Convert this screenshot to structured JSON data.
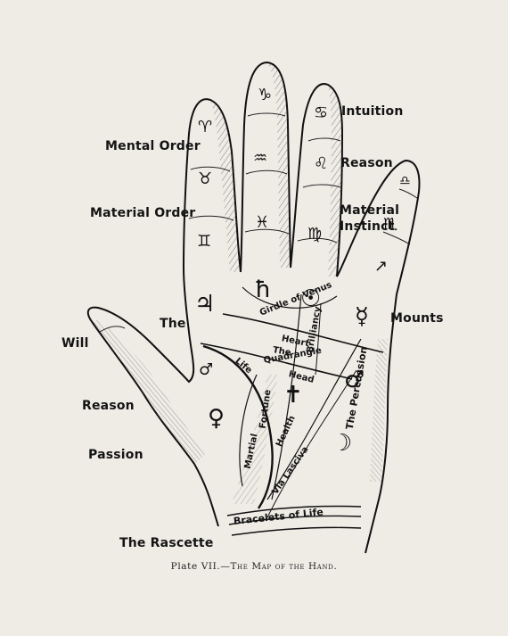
{
  "labels": {
    "mental_order": "Mental Order",
    "material_order": "Material Order",
    "intuition": "Intuition",
    "reason_top": "Reason",
    "material_instinct_line1": "Material",
    "material_instinct_line2": "Instinct",
    "the": "The",
    "mounts": "Mounts",
    "will": "Will",
    "reason_thumb": "Reason",
    "passion": "Passion",
    "the_rascette": "The Rascette"
  },
  "palm": {
    "girdle_of_venus": "Girdle of Venus",
    "brilliancy": "Brilliancy",
    "heart": "Heart",
    "the_quadrangle_line1": "The",
    "the_quadrangle_line2": "Quadrangle",
    "head": "Head",
    "life": "Life",
    "fortune": "Fortune",
    "health": "Health",
    "martial": "Martial",
    "via_lasciva": "Via Lasciva",
    "the_percussion": "The Percussion",
    "bracelets_of_life": "Bracelets of Life"
  },
  "symbols": {
    "aries": "♈",
    "taurus": "♉",
    "gemini": "♊",
    "capricorn": "♑",
    "aquarius": "♒",
    "pisces": "♓",
    "cancer": "♋",
    "leo": "♌",
    "virgo": "♍",
    "scorpio": "♏",
    "sagittarius": "↗",
    "libra": "♎",
    "jupiter": "♃",
    "saturn": "ħ",
    "sun": "☉",
    "mercury": "☿",
    "mars_thumb": "♂",
    "mars_palm": "♂",
    "venus": "♀",
    "moon": "☽",
    "dagger": "✝"
  },
  "caption": {
    "plate": "Plate VII.",
    "dash": "—",
    "title": "The Map of the Hand."
  }
}
